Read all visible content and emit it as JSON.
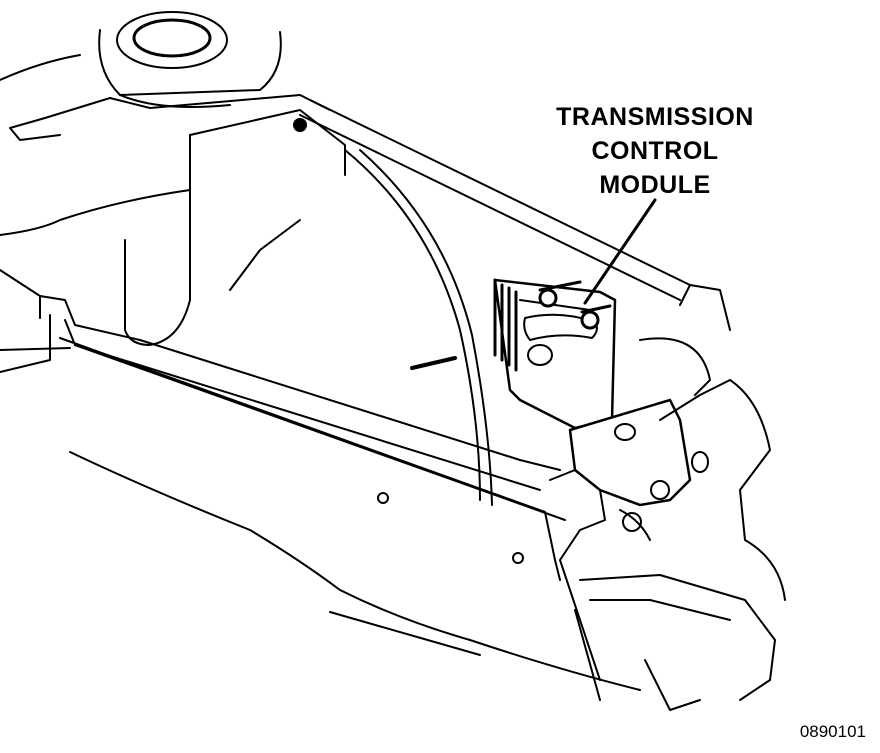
{
  "callout": {
    "lines": [
      "TRANSMISSION",
      "CONTROL",
      "MODULE"
    ]
  },
  "figure_id": "0890101",
  "colors": {
    "ink": "#000000",
    "paper": "#ffffff",
    "shade": "#e6e6e6"
  }
}
